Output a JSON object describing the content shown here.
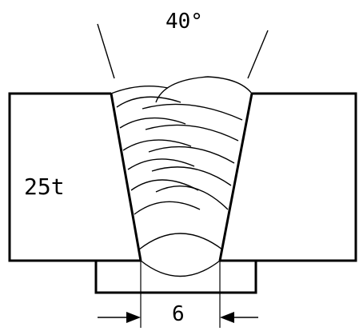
{
  "diagram": {
    "groove_angle": "40°",
    "plate_thickness": "25t",
    "root_gap": "6"
  },
  "colors": {
    "line": "#000000",
    "background": "#ffffff"
  }
}
